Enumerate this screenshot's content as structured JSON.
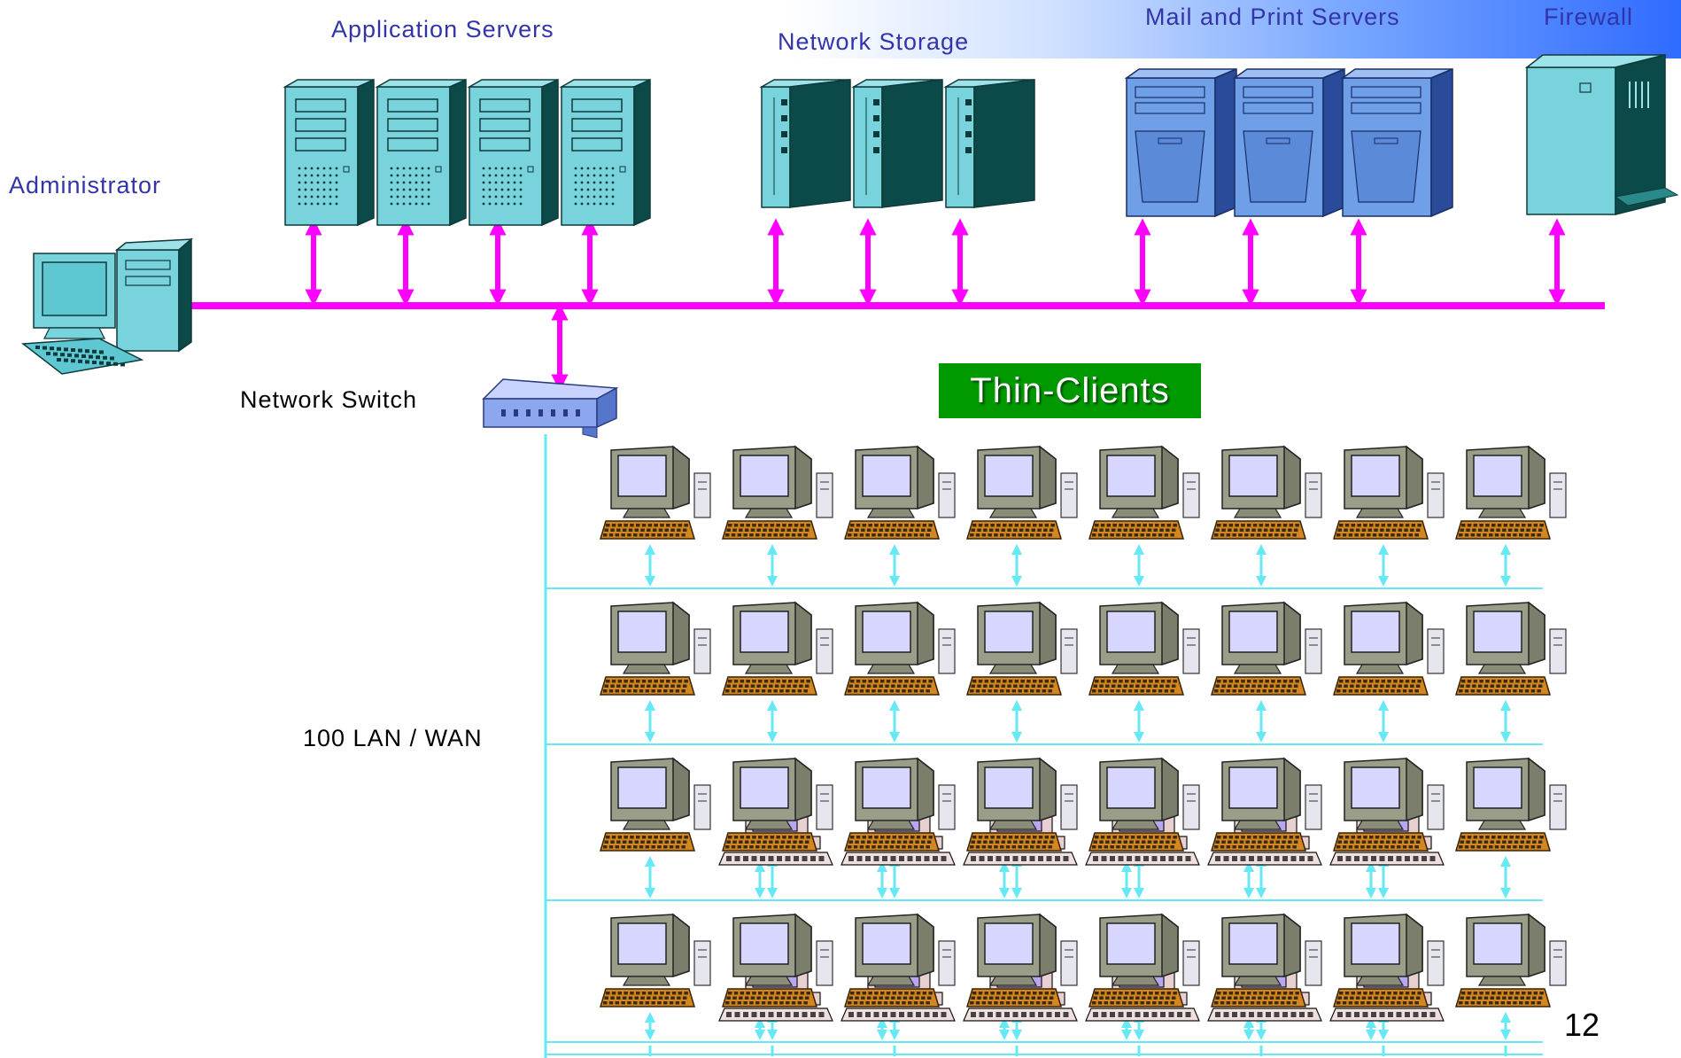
{
  "labels": {
    "application_servers": "Application Servers",
    "network_storage": "Network Storage",
    "mail_print_servers": "Mail and Print Servers",
    "firewall": "Firewall",
    "administrator": "Administrator",
    "network_switch": "Network Switch",
    "lan_wan": "100 LAN / WAN",
    "thin_clients": "Thin-Clients"
  },
  "page_number": "12",
  "colors": {
    "backbone": "#ff00ff",
    "lan": "#66e8f5",
    "server_teal": "#79d3dc",
    "server_dark": "#0c4a4a",
    "mail_server_blue": "#6f9fe6",
    "label_blue": "#3333aa",
    "thin_clients_badge": "#009900",
    "keyboard_orange": "#d4871e",
    "monitor_gray": "#9a9e88",
    "screen_lavender": "#d6d6ff"
  },
  "groups": {
    "application_servers": 4,
    "network_storage": 3,
    "mail_print_servers": 3,
    "firewall": 1,
    "thin_client_rows": 4,
    "thin_clients_per_row": 8
  }
}
